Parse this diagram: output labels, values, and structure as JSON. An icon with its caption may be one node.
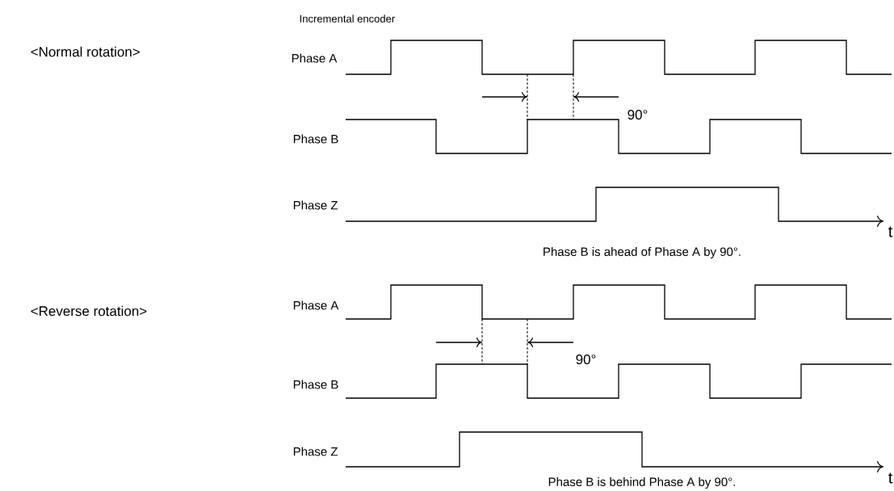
{
  "diagram": {
    "labels": [
      "Incremental encoder",
      "<Normal rotation>",
      "Phase A",
      "90°",
      "Phase B",
      "Phase Z",
      "t",
      "Phase B is ahead of Phase A by 90°.",
      "Phase A",
      "<Reverse rotation>",
      "90°",
      "Phase B",
      "Phase Z",
      "t",
      "Phase B is behind Phase A by 90°."
    ]
  }
}
